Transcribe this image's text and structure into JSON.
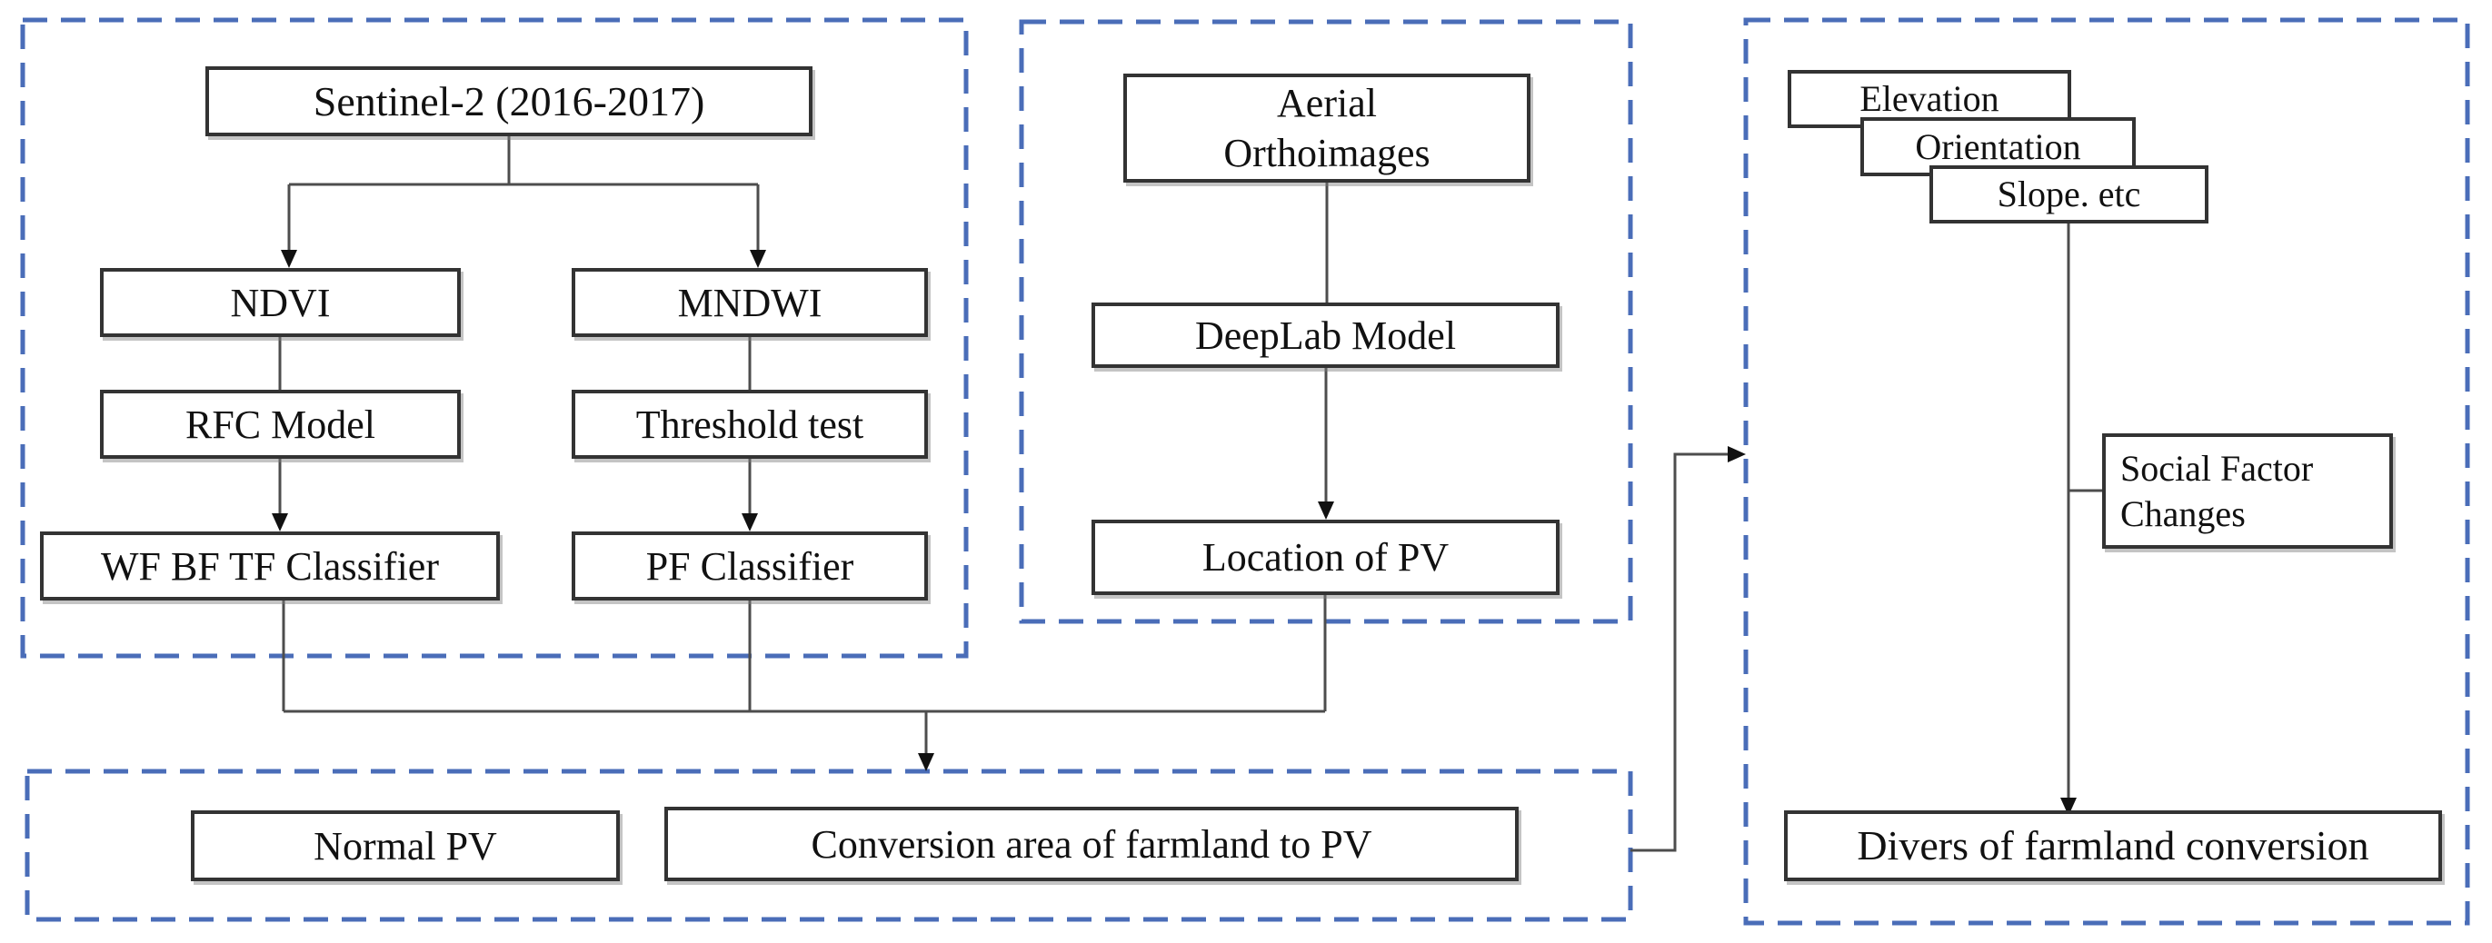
{
  "diagram": {
    "nodes": {
      "sentinel": "Sentinel-2 (2016-2017)",
      "ndvi": "NDVI",
      "mndwi": "MNDWI",
      "rfc_model": "RFC Model",
      "threshold_test": "Threshold test",
      "wf_bf_tf_classifier": "WF BF TF Classifier",
      "pf_classifier": "PF Classifier",
      "aerial_orthoimages": "Aerial Orthoimages",
      "deeplab_model": "DeepLab Model",
      "location_of_pv": "Location of PV",
      "normal_pv": "Normal PV",
      "conversion_area": "Conversion area of farmland to PV",
      "elevation": "Elevation",
      "orientation": "Orientation",
      "slope_etc": "Slope. etc",
      "social_factor_changes": "Social Factor Changes",
      "divers_of_farmland_conversion": "Divers of farmland conversion"
    },
    "colors": {
      "group_outline": "#4a6db8",
      "box_border": "#333333",
      "connector": "#4d4d4d",
      "arrowhead": "#111111",
      "background": "#ffffff",
      "text": "#111111"
    }
  }
}
